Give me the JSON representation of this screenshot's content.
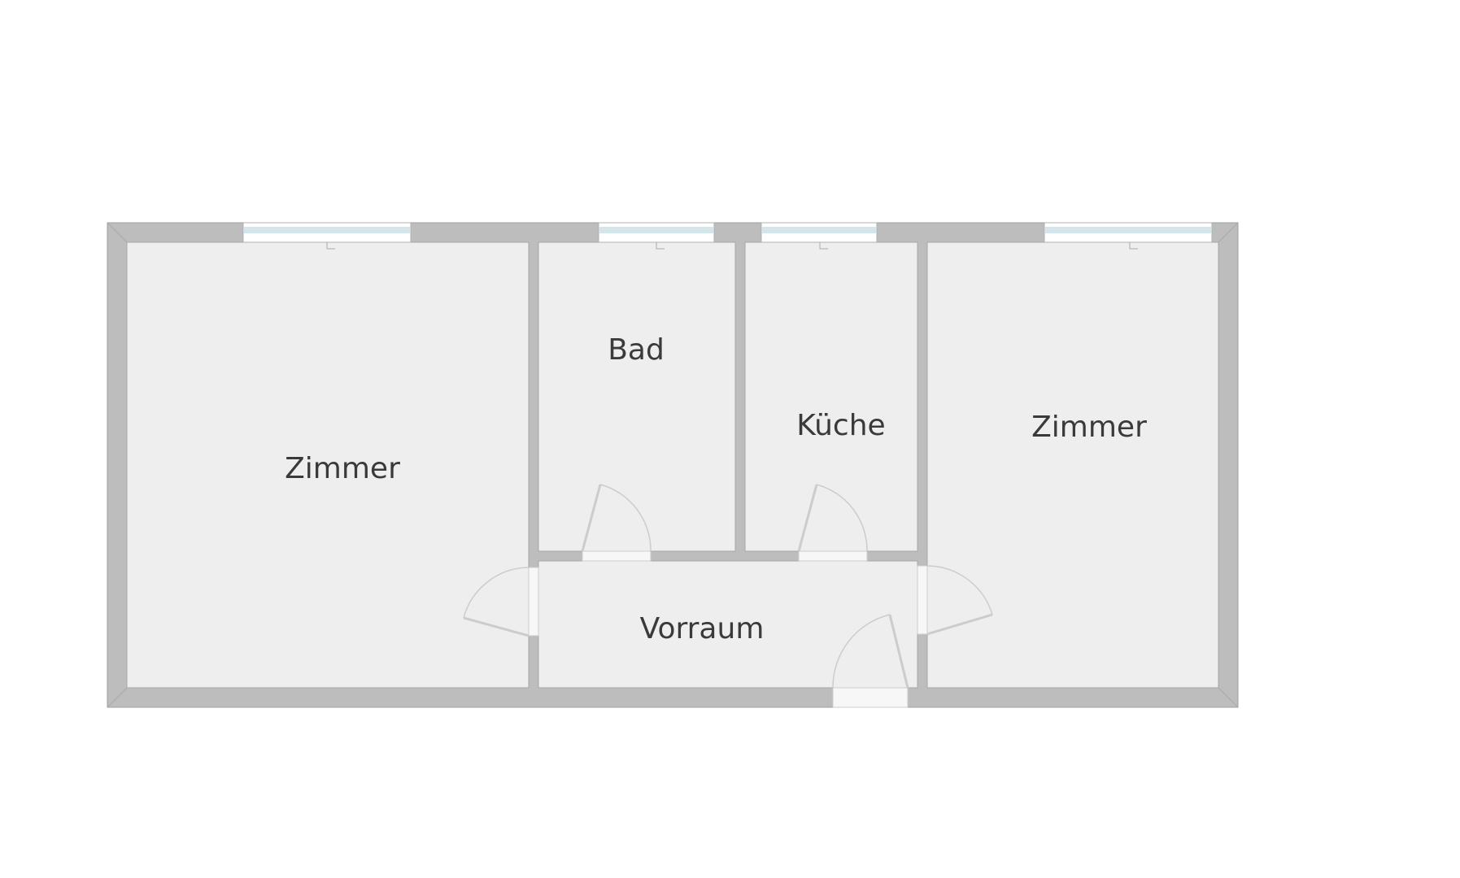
{
  "floorplan": {
    "rooms": [
      {
        "id": "zimmer-left",
        "label": "Zimmer"
      },
      {
        "id": "bad",
        "label": "Bad"
      },
      {
        "id": "kueche",
        "label": "Küche"
      },
      {
        "id": "zimmer-right",
        "label": "Zimmer"
      },
      {
        "id": "vorraum",
        "label": "Vorraum"
      }
    ],
    "colors": {
      "wall": "#bdbdbd",
      "floor": "#eeeeee",
      "window_glass": "#d4e6ec",
      "door_arc": "#cccccc"
    }
  }
}
